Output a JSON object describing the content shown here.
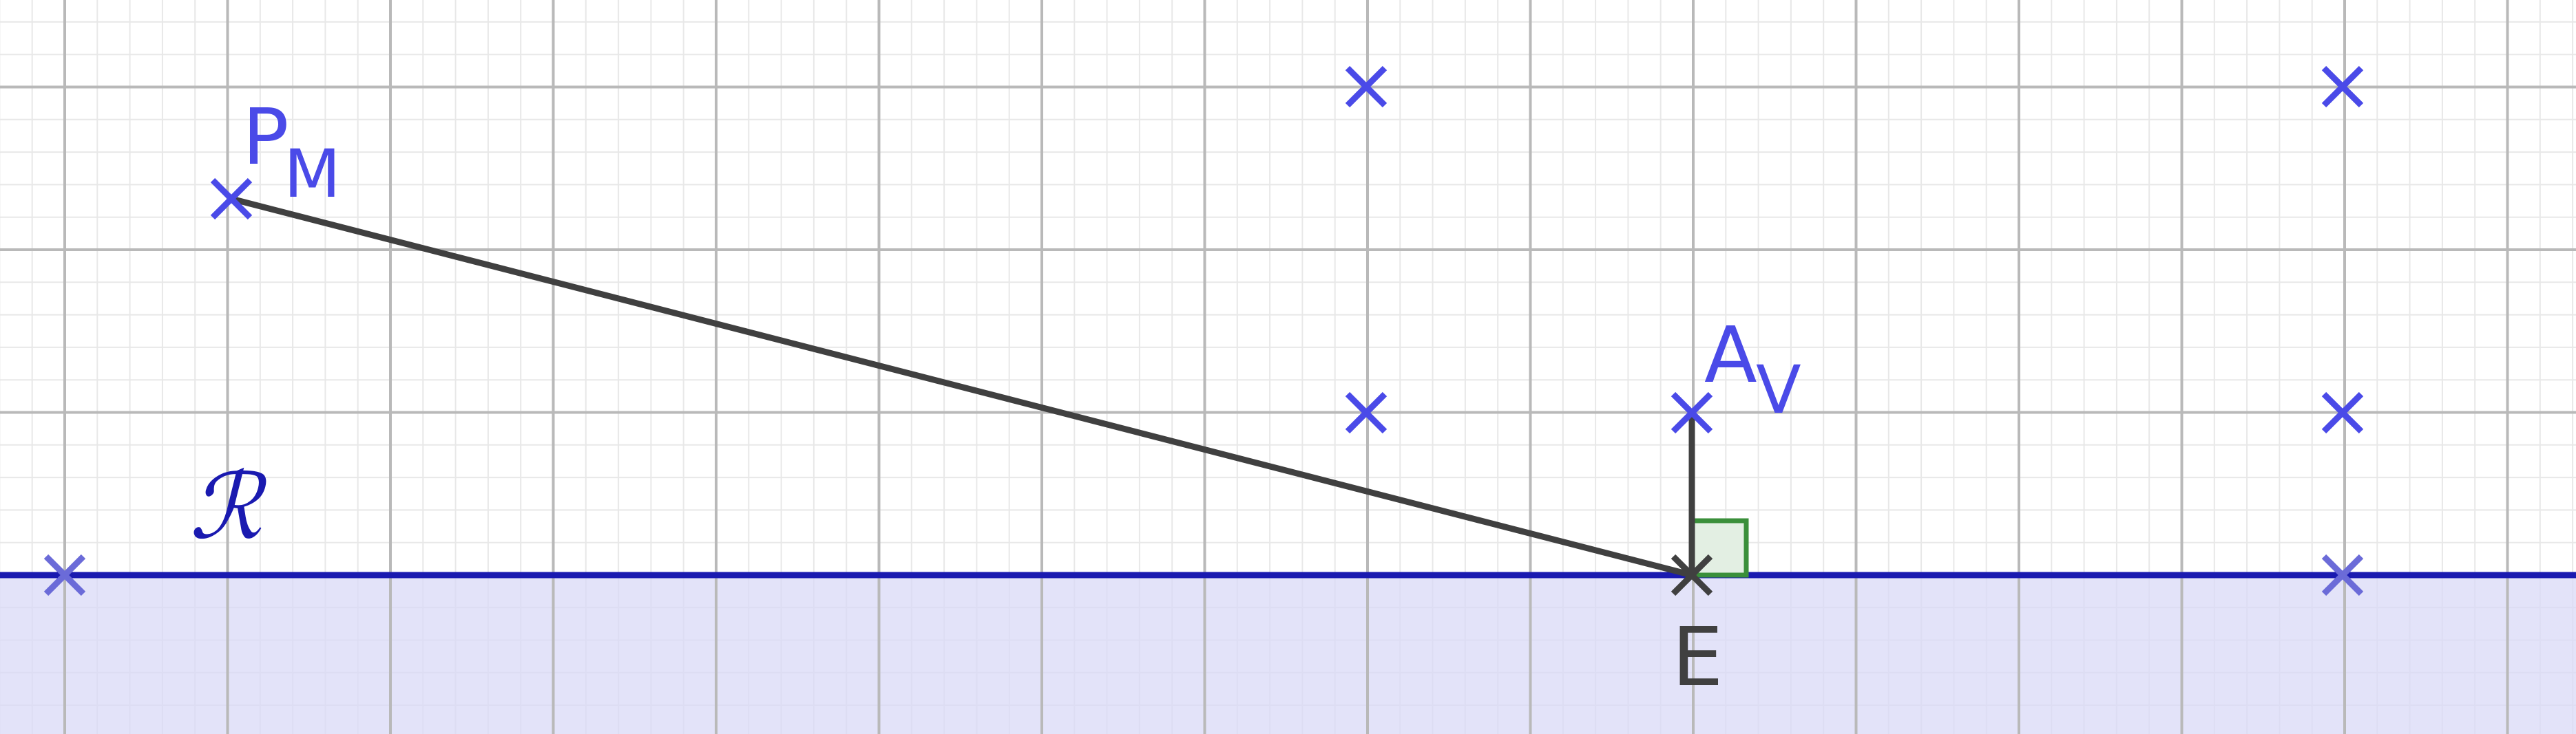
{
  "colors": {
    "background": "#ffffff",
    "grid_minor": "#e8e8e8",
    "grid_major": "#b9b9b9",
    "axis_line": "#1a1ab0",
    "half_plane_fill": "#d9d9f7",
    "points": "#4a4ae8",
    "segments": "#404040",
    "right_angle_stroke": "#3a8f3a",
    "right_angle_fill": "#e3efe3",
    "label_point": "#4a4ae8",
    "label_region": "#1a1ab0",
    "label_dark": "#404040"
  },
  "labels": {
    "pm_main": "P",
    "pm_sub": "M",
    "av_main": "A",
    "av_sub": "V",
    "region": "ℛ",
    "e_point": "E"
  },
  "icons": {
    "point_marker": "cross-marker",
    "right_angle": "right-angle-marker"
  }
}
